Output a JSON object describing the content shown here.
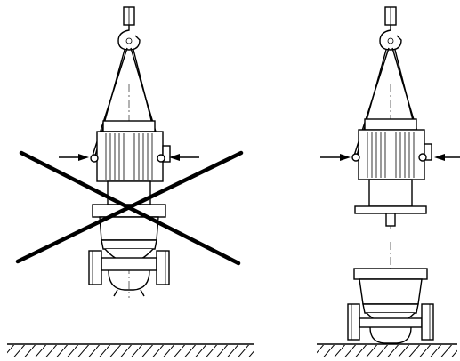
{
  "figure": {
    "panels": [
      {
        "id": "incorrect-lifting",
        "marker": "cross-out",
        "marker_meaning": "incorrect"
      },
      {
        "id": "correct-lifting",
        "marker": "none"
      }
    ],
    "colors": {
      "line": "#000000",
      "background": "#ffffff"
    },
    "icons": [
      "crane-hook-icon",
      "lifting-sling-icon",
      "motor-icon",
      "pump-housing-icon",
      "force-arrow-icon",
      "ground-hatch-icon",
      "cross-out-icon"
    ]
  }
}
